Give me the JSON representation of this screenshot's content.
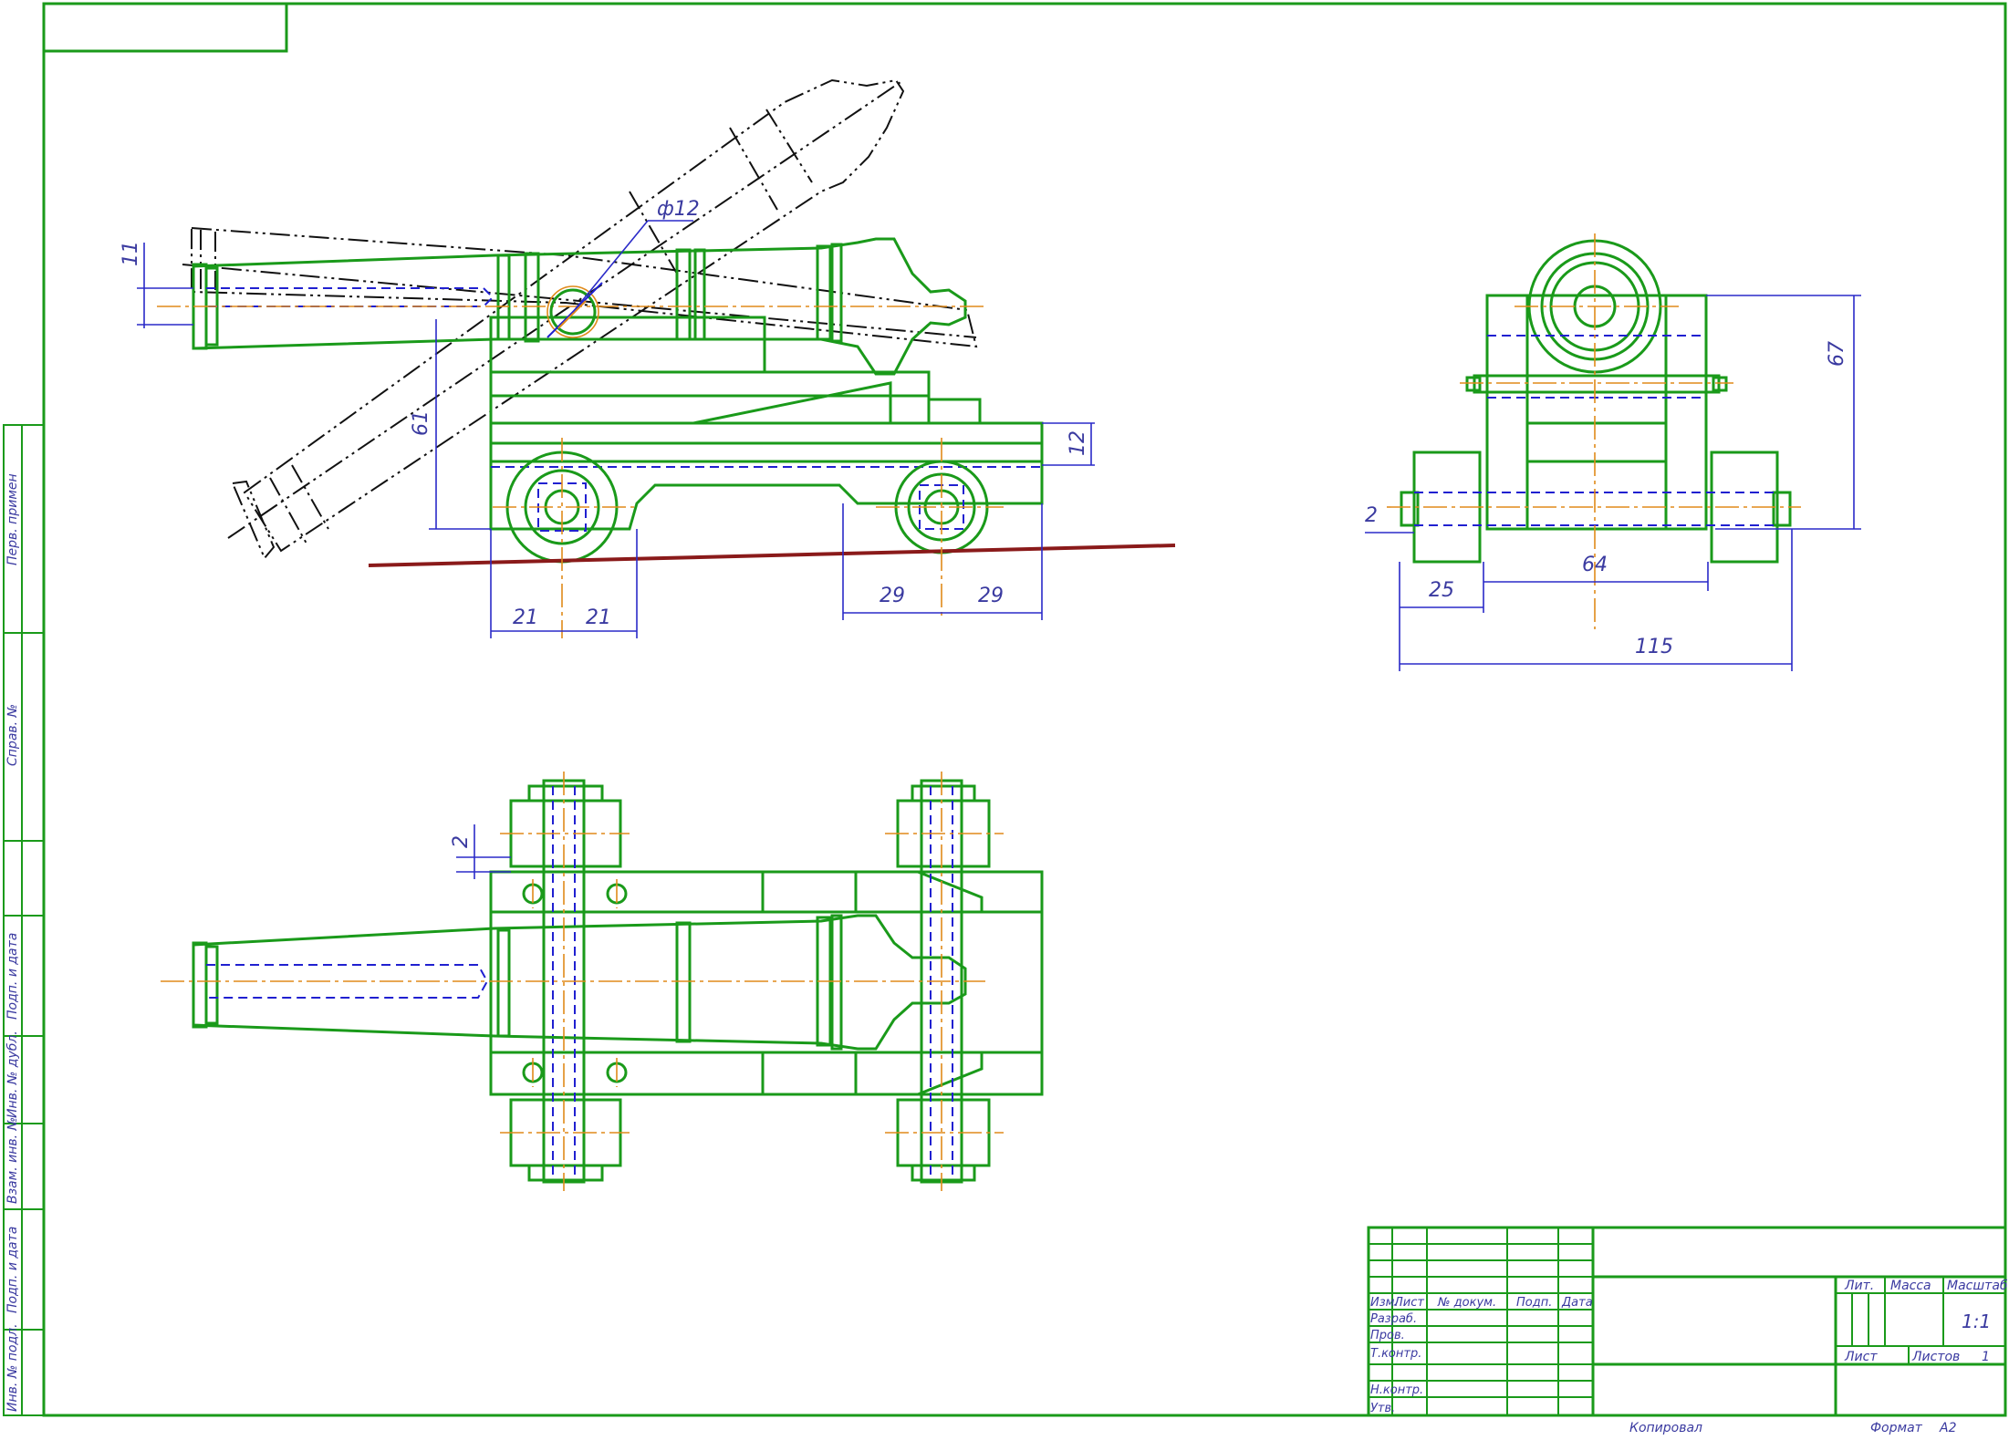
{
  "side_stamp": [
    "Перв. примен",
    "Справ. №",
    "Подп. и дата",
    "Инв. № дубл.",
    "Взам. инв. №",
    "Подп. и дата",
    "Инв. № подл."
  ],
  "dimensions": {
    "d12": "ф12",
    "d11": "11",
    "d61": "61",
    "d12b": "12",
    "d21a": "21",
    "d21b": "21",
    "d29a": "29",
    "d29b": "29",
    "d67": "67",
    "d2a": "2",
    "d64": "64",
    "d25": "25",
    "d115": "115",
    "d2b": "2"
  },
  "title_block": {
    "izm": "Изм.",
    "list": "Лист",
    "doc": "№ докум.",
    "podp": "Подп.",
    "data": "Дата",
    "razrab": "Разраб.",
    "prov": "Пров.",
    "tkontr": "Т.контр.",
    "nkontr": "Н.контр.",
    "utv": "Утв.",
    "lit": "Лит.",
    "massa": "Масса",
    "masshtab": "Масштаб",
    "scale_value": "1:1",
    "sheet": "Лист",
    "sheets": "Листов",
    "sheets_value": "1",
    "kopiroval": "Копировал",
    "format": "Формат",
    "format_value": "A2"
  },
  "colors": {
    "line": "#1a9a1a",
    "centerline": "#e08a1a",
    "hidden": "#2020d0",
    "dimension": "#2a2ac8",
    "ground": "#8a1a1a"
  }
}
